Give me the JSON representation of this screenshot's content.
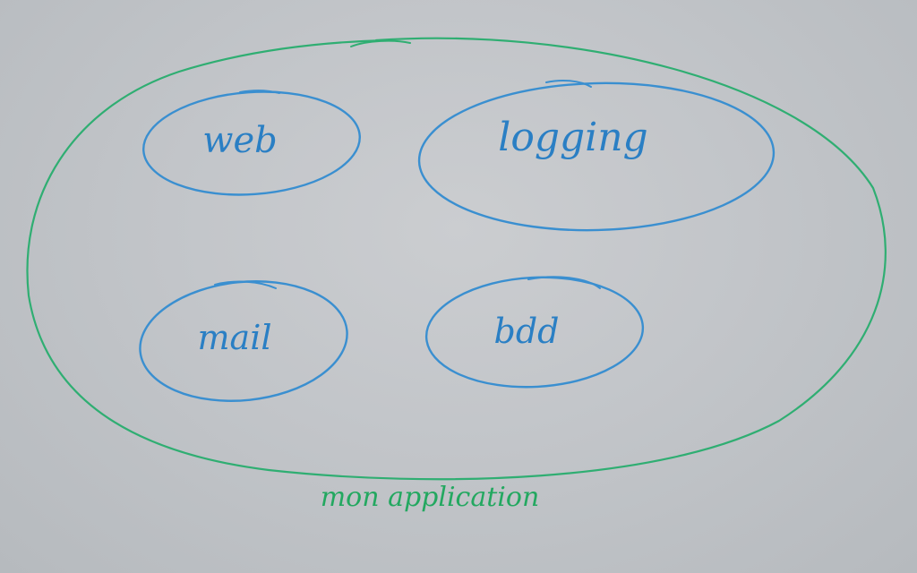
{
  "whiteboard": {
    "outer_label": "mon application",
    "modules": [
      {
        "label": "web"
      },
      {
        "label": "logging"
      },
      {
        "label": "mail"
      },
      {
        "label": "bdd"
      }
    ]
  },
  "colors": {
    "module_marker": "#2a7fc4",
    "outer_marker": "#23a860",
    "board": "#c4c7ca"
  }
}
